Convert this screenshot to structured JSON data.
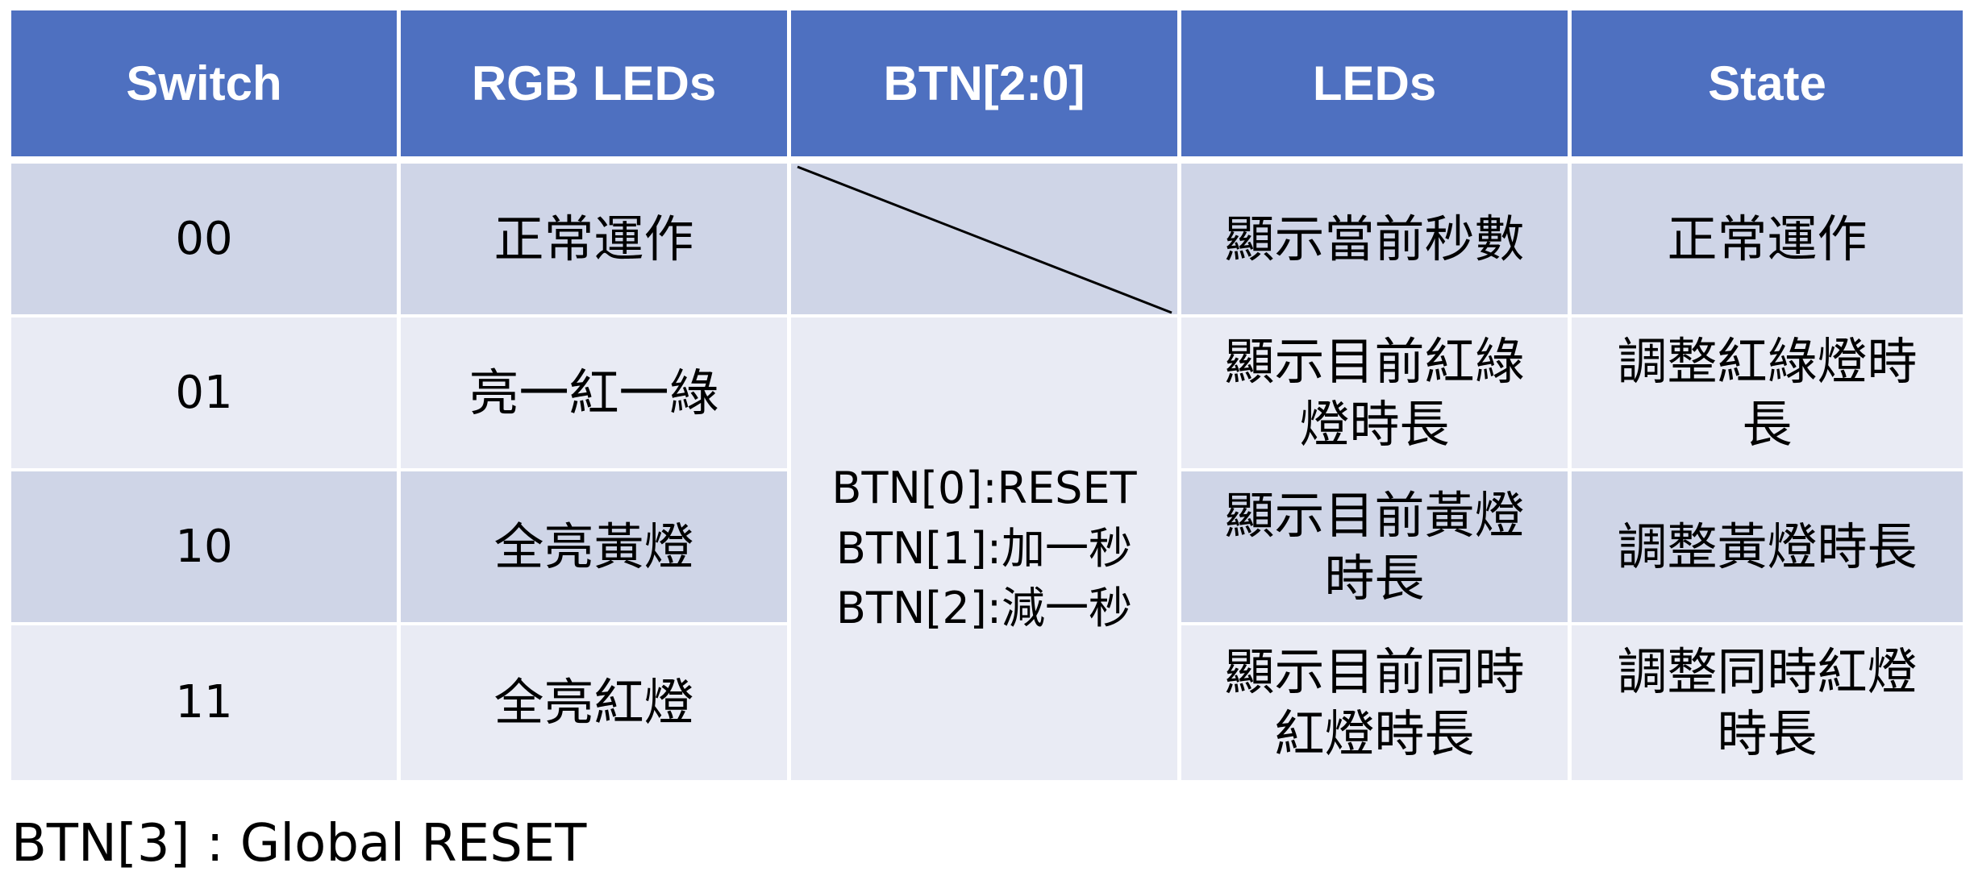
{
  "table": {
    "headers": [
      "Switch",
      "RGB LEDs",
      "BTN[2:0]",
      "LEDs",
      "State"
    ],
    "rows": [
      {
        "switch": "00",
        "rgb": "正常運作",
        "leds": "顯示當前秒數",
        "state": "正常運作"
      },
      {
        "switch": "01",
        "rgb": "亮一紅一綠",
        "leds": "顯示目前紅綠\n燈時長",
        "state": "調整紅綠燈時\n長"
      },
      {
        "switch": "10",
        "rgb": "全亮黃燈",
        "leds": "顯示目前黃燈\n時長",
        "state": "調整黃燈時長"
      },
      {
        "switch": "11",
        "rgb": "全亮紅燈",
        "leds": "顯示目前同時\n紅燈時長",
        "state": "調整同時紅燈\n時長"
      }
    ],
    "btn_functions": "BTN[0]:RESET\nBTN[1]:加一秒\nBTN[2]:減一秒"
  },
  "footer_note": "BTN[3] : Global RESET",
  "colors": {
    "header_bg": "#4e70c0",
    "row_dark": "#cfd5e7",
    "row_light": "#e9ebf4",
    "header_text": "#ffffff"
  }
}
